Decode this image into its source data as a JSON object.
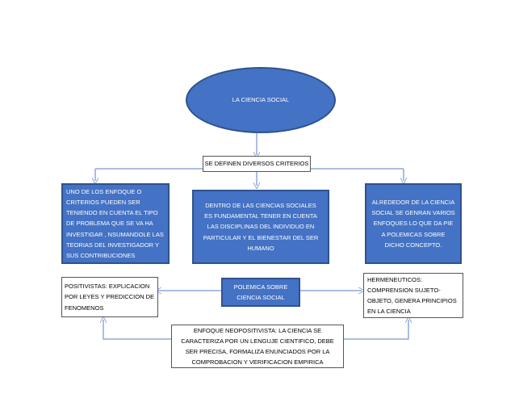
{
  "colors": {
    "fill": "#4472c4",
    "fill_border": "#2f528f",
    "connector": "#8fa8d8"
  },
  "nodes": {
    "root": "LA CIENCIA SOCIAL",
    "criteria": "SE DEFINEN DIVERSOS CRITERIOS",
    "left_box": "UNO DE LOS ENFOQUE O CRITERIOS PUEDEN SER TENIENDO EN CUENTA EL TIPO DE PROBLEMA QUE SE VA HA INVESTIGAR , NSUMANDOLE LAS TEORIAS DEL INVESTIGADOR Y SUS CONTRIBUCIONES",
    "middle_box": "DENTRO DE LAS CIENCIAS SOCIALES ES FUNDAMENTAL TENER EN CUENTA LAS DISCIPLINAS DEL INDIVIDUO EN PARTICULAR Y EL BIENESTAR DEL SER HUMANO",
    "right_box": "ALREDEDOR DE LA CIENCIA SOCIAL SE GENRAN VARIOS ENFOQUES LO QUE DA PIE A POLEMICAS SOBRE DICHO CONCEPTO.",
    "polemica": "POLEMICA SOBRE CIENCIA SOCIAL",
    "positivistas": "POSITIVISTAS: EXPLICACION POR LEYES Y PREDICCION DE FENOMENOS",
    "hermeneuticos": "HERMENEUTICOS: COMPRENSION SUJETO-OBJETO, GENERA PRINCIPIOS EN LA CIENCIA",
    "neopositivista": "ENFOQUE NEOPOSITIVISTA: LA CIENCIA SE CARACTERIZA POR UN LENGUJE CIENTIFICO, DEBE SER PRECISA, FORMALIZA ENUNCIADOS POR LA COMPROBACION Y VERIFICACION EMPIRICA"
  }
}
